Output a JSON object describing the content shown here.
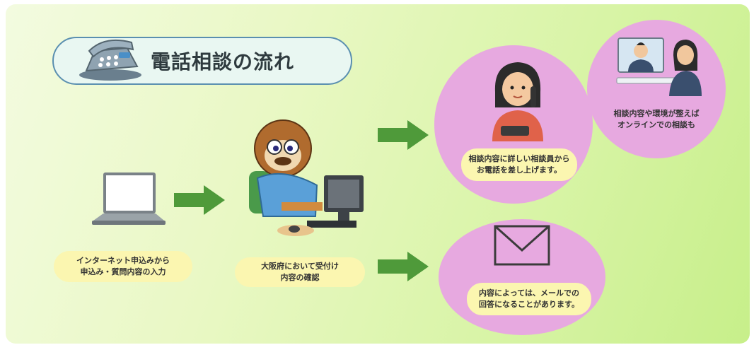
{
  "title": "電話相談の流れ",
  "steps": {
    "input": {
      "caption_line1": "インターネット申込みから",
      "caption_line2": "申込み・質問内容の入力"
    },
    "reception": {
      "caption_line1": "大阪府において受付け",
      "caption_line2": "内容の確認"
    },
    "phone": {
      "caption_line1": "相談内容に詳しい相談員から",
      "caption_line2": "お電話を差し上げます。"
    },
    "online": {
      "caption_line1": "相談内容や環境が整えば",
      "caption_line2": "オンラインでの相談も"
    },
    "mail": {
      "caption_line1": "内容によっては、メールでの",
      "caption_line2": "回答になることがあります。"
    }
  },
  "icons": [
    "telephone-icon",
    "laptop-icon",
    "mascot-operator-icon",
    "phone-operator-icon",
    "video-call-icon",
    "envelope-icon",
    "arrow-icon"
  ],
  "colors": {
    "arrow": "#4f9a3a",
    "circle": "#e7a9e0",
    "caption": "#fbf6b0",
    "title_border": "#5a8fb0"
  }
}
